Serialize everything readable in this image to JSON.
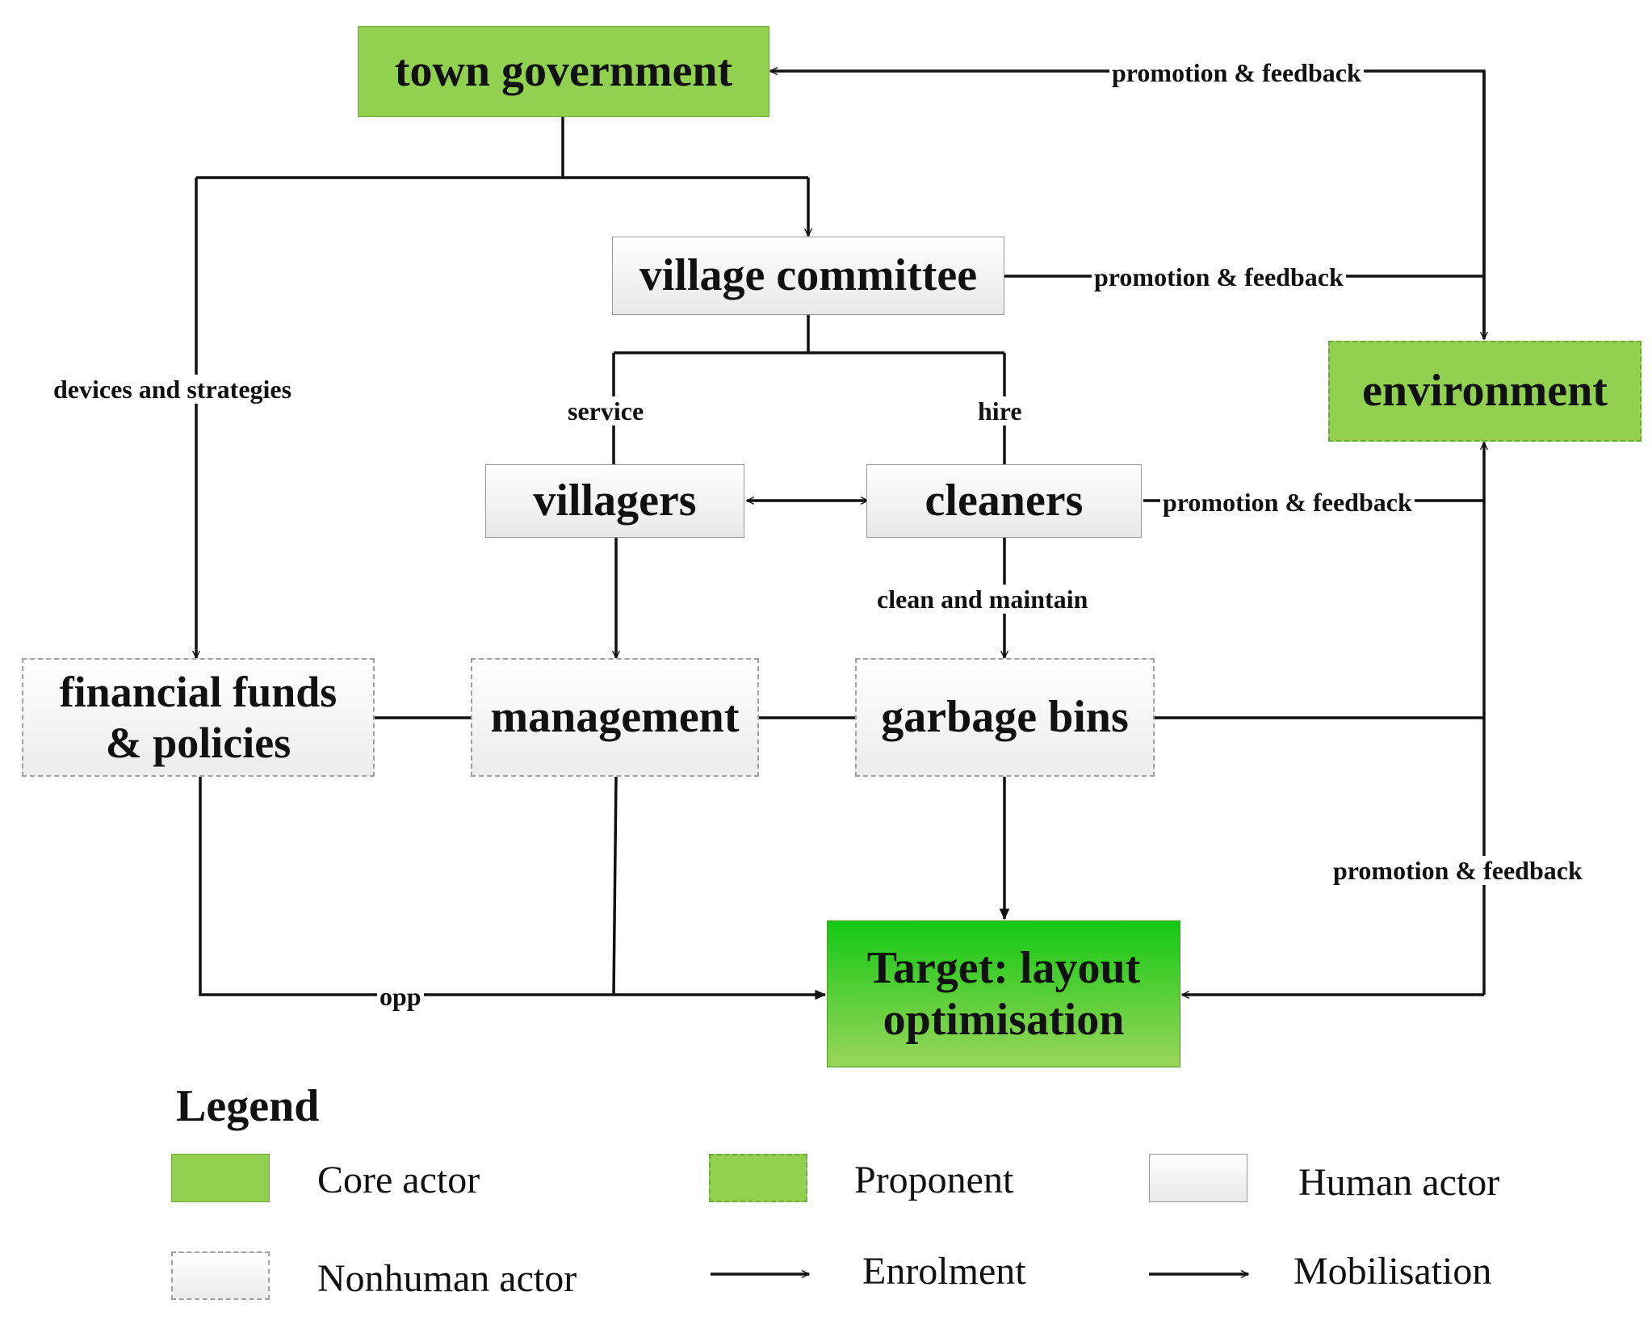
{
  "nodes": {
    "town_government": "town government",
    "village_committee": "village committee",
    "environment": "environment",
    "villagers": "villagers",
    "cleaners": "cleaners",
    "financial_funds": "financial funds\n& policies",
    "management": "management",
    "garbage_bins": "garbage bins",
    "target": "Target: layout\noptimisation"
  },
  "edge_labels": {
    "promotion_feedback_top": "promotion & feedback",
    "promotion_feedback_committee": "promotion & feedback",
    "promotion_feedback_cleaners": "promotion & feedback",
    "promotion_feedback_bottom": "promotion & feedback",
    "devices_strategies": "devices and strategies",
    "service": "service",
    "hire": "hire",
    "clean_maintain": "clean and maintain",
    "opp": "opp"
  },
  "legend": {
    "title": "Legend",
    "core_actor": "Core actor",
    "proponent": "Proponent",
    "human_actor": "Human actor",
    "nonhuman_actor": "Nonhuman actor",
    "enrolment": "Enrolment",
    "mobilisation": "Mobilisation"
  },
  "colors": {
    "core": "#92d050",
    "target_top": "#14c814",
    "target_bottom": "#9ad65a",
    "line": "#111111"
  }
}
